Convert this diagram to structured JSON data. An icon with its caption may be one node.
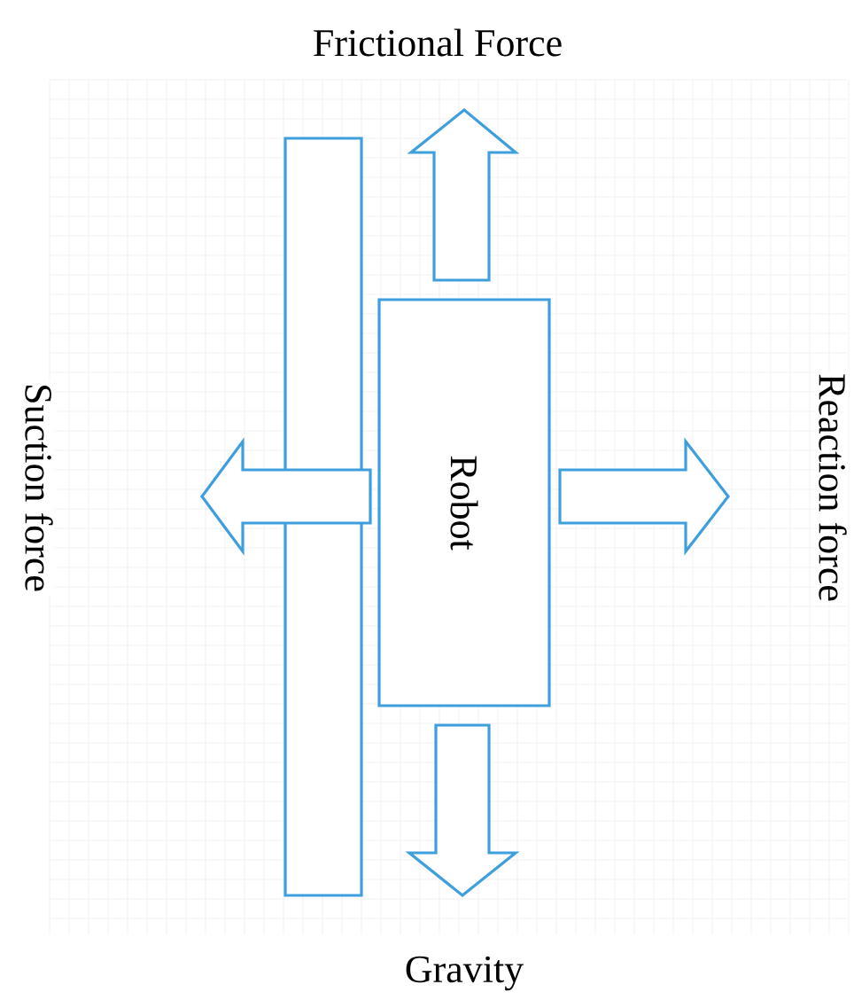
{
  "diagram": {
    "nodes": [
      {
        "text": [],
        "shape": "bar"
      },
      {
        "text": [
          "Robot"
        ]
      }
    ],
    "labels": [
      "Frictional Force",
      "Suction force",
      "Reaction force",
      "Gravity"
    ]
  }
}
